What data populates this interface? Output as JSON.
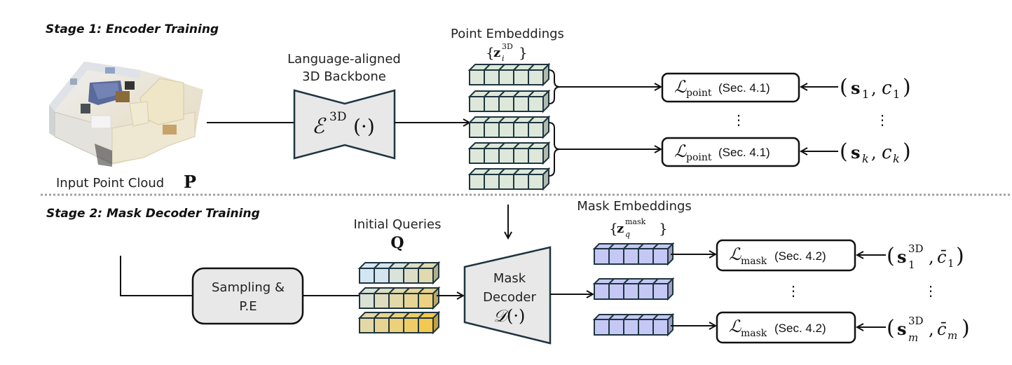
{
  "stage1": {
    "title": "Stage 1: Encoder Training",
    "input": {
      "label": "Input Point Cloud",
      "symbol": "P",
      "image": "3D indoor scene point cloud (room floor plan)"
    },
    "backbone": {
      "caption_line1": "Language-aligned",
      "caption_line2": "3D Backbone",
      "symbol_main": "ℰ",
      "symbol_sup": "3D",
      "symbol_arg": "(·)"
    },
    "point_embeddings": {
      "title": "Point Embeddings",
      "set_open": "{",
      "z": "z",
      "sub": "i",
      "sup": "3D",
      "set_close": "}",
      "rows": 5,
      "cells_per_row": 5,
      "color": "#dde8da"
    },
    "losses": [
      {
        "symbol": "ℒ",
        "sub": "point",
        "section": "(Sec. 4.1)",
        "target_s": "s",
        "target_s_sub": "1",
        "target_c": "c",
        "target_c_sub": "1"
      },
      {
        "symbol": "ℒ",
        "sub": "point",
        "section": "(Sec. 4.1)",
        "target_s": "s",
        "target_s_sub": "k",
        "target_c": "c",
        "target_c_sub": "k"
      }
    ],
    "ellipsis": "⋮"
  },
  "stage2": {
    "title": "Stage 2: Mask Decoder Training",
    "sampling": {
      "line1": "Sampling &",
      "line2": "P.E"
    },
    "queries": {
      "title": "Initial Queries",
      "symbol": "Q",
      "rows": 3,
      "cells_per_row": 5,
      "color_start": "#d4e6f4",
      "color_end": "#f4c84a"
    },
    "decoder": {
      "line1": "Mask",
      "line2": "Decoder",
      "symbol": "𝒟",
      "symbol_arg": "(·)"
    },
    "mask_embeddings": {
      "title": "Mask Embeddings",
      "set_open": "{",
      "z": "z",
      "sub": "q",
      "sup": "mask",
      "set_close": "}",
      "rows": 3,
      "cells_per_row": 5,
      "color": "#c5c8f4"
    },
    "losses": [
      {
        "symbol": "ℒ",
        "sub": "mask",
        "section": "(Sec. 4.2)",
        "target_s": "s",
        "target_s_sub": "1",
        "target_s_sup": "3D",
        "target_c": "c̄",
        "target_c_sub": "1"
      },
      {
        "symbol": "ℒ",
        "sub": "mask",
        "section": "(Sec. 4.2)",
        "target_s": "s",
        "target_s_sub": "m",
        "target_s_sup": "3D",
        "target_c": "c̄",
        "target_c_sub": "m"
      }
    ],
    "ellipsis": "⋮"
  },
  "colors": {
    "block_fill": "#e8e8e8",
    "block_stroke": "#1e3540",
    "divider": "#a0a0a0"
  }
}
